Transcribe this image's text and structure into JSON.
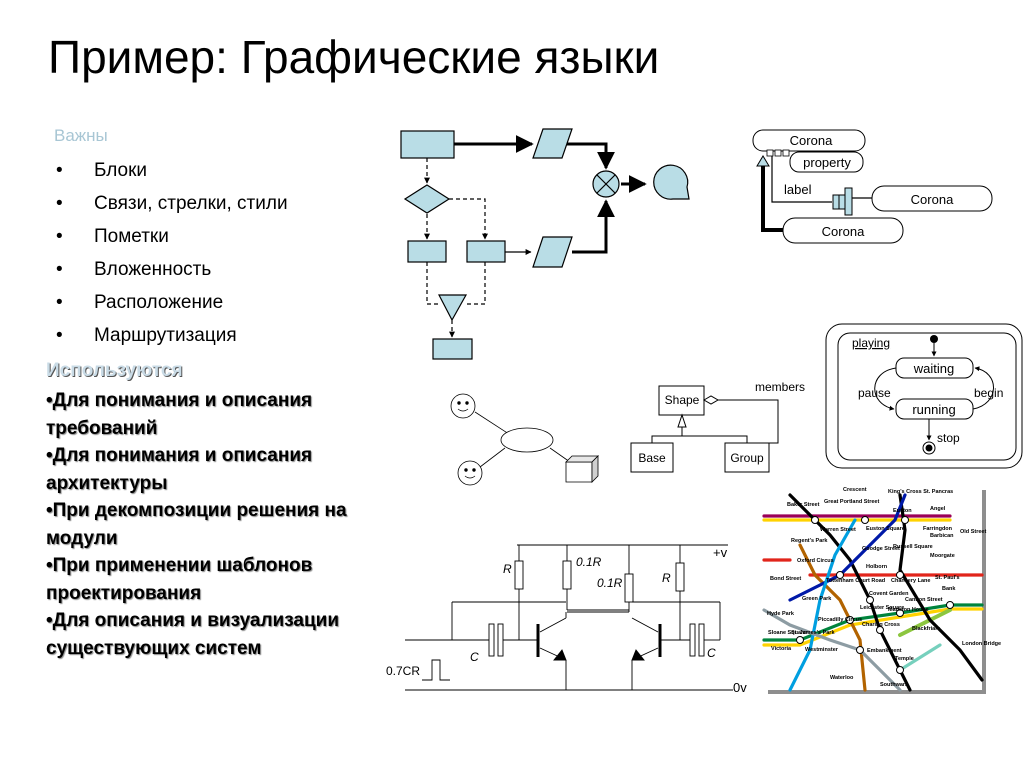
{
  "slide": {
    "title": "Пример: Графические языки",
    "important_heading": "Важны",
    "important_items": [
      "Блоки",
      "Связи, стрелки, стили",
      "Пометки",
      "Вложенность",
      "Расположение",
      "Маршрутизация"
    ],
    "used_heading": "Используются",
    "used_items": [
      "•Для понимания и описания требований",
      "•Для понимания и описания архитектуры",
      "•При декомпозиции решения на модули",
      "•При применении шаблонов проектирования",
      "•Для описания и визуализации существующих систем"
    ]
  },
  "corona": {
    "top": "Corona",
    "property": "property",
    "label": "label",
    "right": "Corona",
    "bottom": "Corona"
  },
  "statechart": {
    "playing": "playing",
    "waiting": "waiting",
    "running": "running",
    "pause": "pause",
    "begin": "begin",
    "stop": "stop"
  },
  "uml": {
    "members": "members",
    "shape": "Shape",
    "base": "Base",
    "group": "Group"
  },
  "circuit": {
    "plus_v": "+v",
    "zero_v": "0v",
    "r_left": "R",
    "r_mid1": "0.1R",
    "r_mid2": "0.1R",
    "r_right": "R",
    "c_left": "C",
    "c_right": "C",
    "pulse": "0.7CR"
  },
  "tube_map": {
    "stations": [
      "Crescent",
      "King's Cross St. Pancras",
      "Baker Street",
      "Great Portland Street",
      "Euston",
      "Angel",
      "Warren Street",
      "Euston Square",
      "Farringdon",
      "Barbican",
      "Old Street",
      "Regent's Park",
      "Goodge Street",
      "Russell Square",
      "Oxford Circus",
      "Holborn",
      "Moorgate",
      "Bond Street",
      "Tottenham Court Road",
      "Chancery Lane",
      "St. Paul's",
      "Green Park",
      "Covent Garden",
      "Cannon Street",
      "Leicester Square",
      "Mansion House",
      "Bank",
      "Hyde Park",
      "Piccadilly Circus",
      "Charing Cross",
      "Blackfriars",
      "Sloane Square",
      "St. James's Park",
      "Embankment",
      "Temple",
      "London Bridge",
      "Victoria",
      "Westminster",
      "Waterloo",
      "Southwark"
    ],
    "colors": {
      "northern": "#000000",
      "central": "#e1251b",
      "circle": "#ffd200",
      "district": "#00843d",
      "metropolitan": "#9b0058",
      "piccadilly": "#0019a8",
      "bakerloo": "#b26300",
      "victoria": "#009fe0",
      "jubilee": "#8d9ca3",
      "waterloo_city": "#76d0bd",
      "lime": "#8cc63f"
    }
  }
}
